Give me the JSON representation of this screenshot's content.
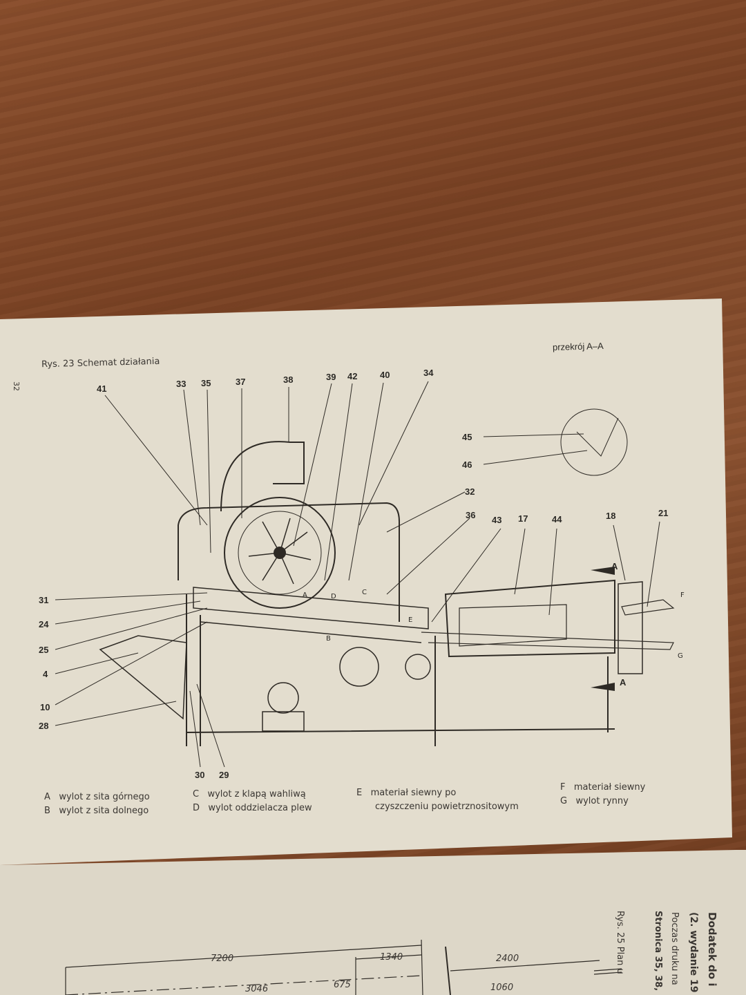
{
  "page1": {
    "page_number": "32",
    "figure_caption": "Rys. 23  Schemat działania",
    "section_caption": "przekrój A–A",
    "callouts": {
      "top": [
        "41",
        "33",
        "35",
        "37",
        "38",
        "39",
        "42",
        "40",
        "34"
      ],
      "right": [
        "45",
        "46",
        "32",
        "36",
        "43",
        "17",
        "44",
        "18",
        "21"
      ],
      "left": [
        "31",
        "24",
        "25",
        "4",
        "10",
        "28"
      ],
      "bottom": [
        "30",
        "29"
      ],
      "section_marks": [
        "A",
        "A"
      ],
      "circled": [
        "A",
        "D",
        "C",
        "B",
        "E",
        "F",
        "G"
      ]
    },
    "legend": [
      {
        "key": "A",
        "text": "wylot z sita górnego"
      },
      {
        "key": "B",
        "text": "wylot z sita dolnego"
      },
      {
        "key": "C",
        "text": "wylot z klapą wahliwą"
      },
      {
        "key": "D",
        "text": "wylot oddzielacza plew"
      },
      {
        "key": "E",
        "text": "materiał siewny po",
        "text2": "czyszczeniu powietrznositowym"
      },
      {
        "key": "F",
        "text": "materiał siewny"
      },
      {
        "key": "G",
        "text": "wylot rynny"
      }
    ]
  },
  "page2": {
    "dimensions": [
      "7200",
      "1340",
      "2400",
      "3046",
      "675",
      "1060"
    ],
    "side_text": [
      "Dodatek do i",
      "(2. wydanie 19",
      "Poczas druku na",
      "Stronica 35, 38,",
      "Rys. 25  Plan u"
    ]
  },
  "colors": {
    "paper": "#e3ddce",
    "ink": "#2c2a26",
    "wood": "#7a4224"
  }
}
